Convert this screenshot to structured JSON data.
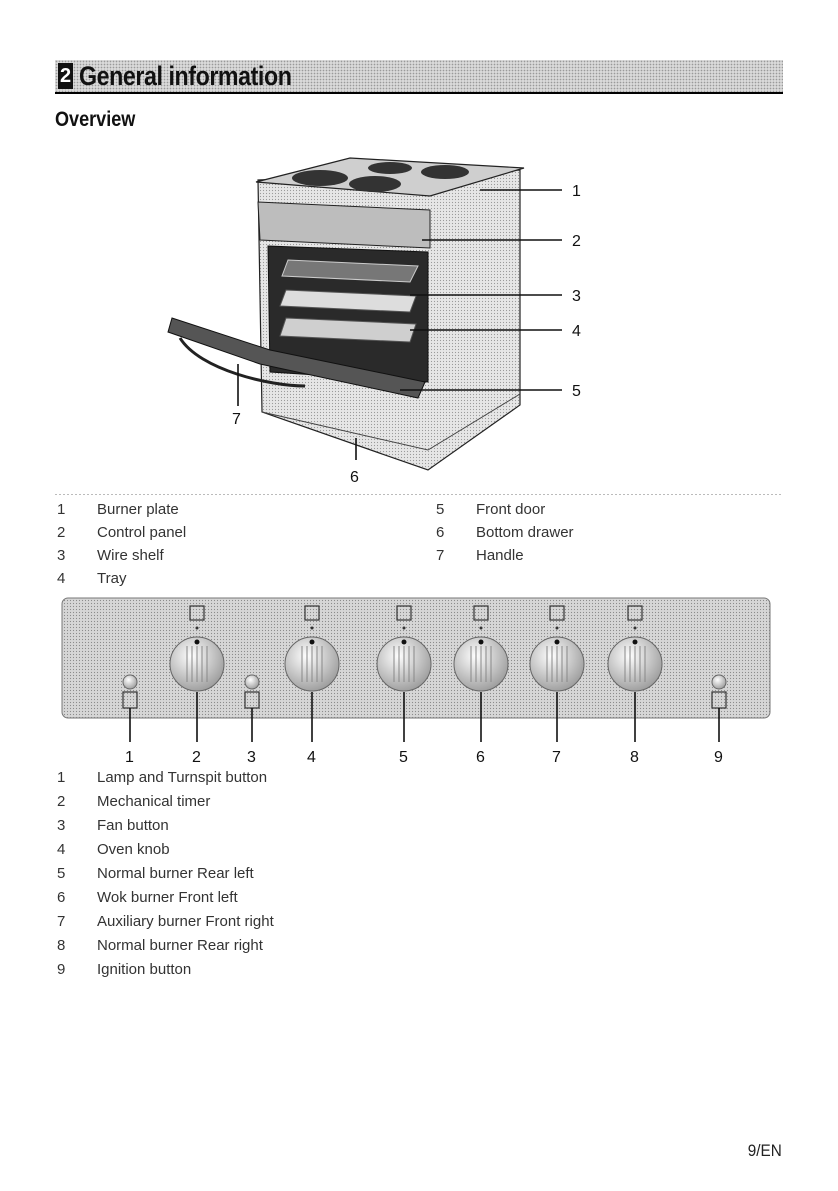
{
  "header": {
    "chapter_number": "2",
    "title": "General information"
  },
  "section": {
    "title": "Overview"
  },
  "oven_diagram": {
    "callouts": [
      "1",
      "2",
      "3",
      "4",
      "5",
      "6",
      "7"
    ],
    "legend_left": [
      {
        "num": "1",
        "label": "Burner plate"
      },
      {
        "num": "2",
        "label": "Control panel"
      },
      {
        "num": "3",
        "label": "Wire shelf"
      },
      {
        "num": "4",
        "label": "Tray"
      }
    ],
    "legend_right": [
      {
        "num": "5",
        "label": "Front door"
      },
      {
        "num": "6",
        "label": "Bottom drawer"
      },
      {
        "num": "7",
        "label": "Handle"
      }
    ]
  },
  "control_panel": {
    "callouts": [
      "1",
      "2",
      "3",
      "4",
      "5",
      "6",
      "7",
      "8",
      "9"
    ],
    "legend": [
      {
        "num": "1",
        "label": "Lamp and Turnspit button"
      },
      {
        "num": "2",
        "label": "Mechanical timer"
      },
      {
        "num": "3",
        "label": "Fan button"
      },
      {
        "num": "4",
        "label": "Oven knob"
      },
      {
        "num": "5",
        "label": "Normal burner Rear left"
      },
      {
        "num": "6",
        "label": "Wok burner Front left"
      },
      {
        "num": "7",
        "label": "Auxiliary burner Front right"
      },
      {
        "num": "8",
        "label": "Normal burner Rear right"
      },
      {
        "num": "9",
        "label": "Ignition button"
      }
    ],
    "icons": [
      "lamp-icon",
      "timer-icon",
      "fan-icon",
      "oven-icon",
      "burner-rear-left-icon",
      "burner-front-left-icon",
      "burner-front-right-icon",
      "burner-rear-right-icon",
      "ignition-icon"
    ]
  },
  "footer": {
    "page": "9/EN"
  }
}
